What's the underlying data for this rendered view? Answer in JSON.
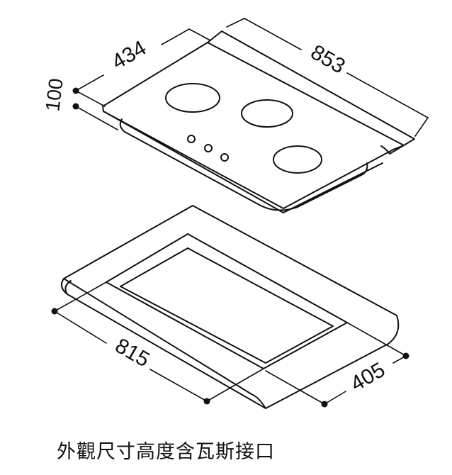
{
  "dimensions": {
    "hob_depth": "434",
    "hob_width": "853",
    "hob_height": "100",
    "cutout_width": "815",
    "cutout_depth": "405"
  },
  "caption": "外觀尺寸高度含瓦斯接口"
}
